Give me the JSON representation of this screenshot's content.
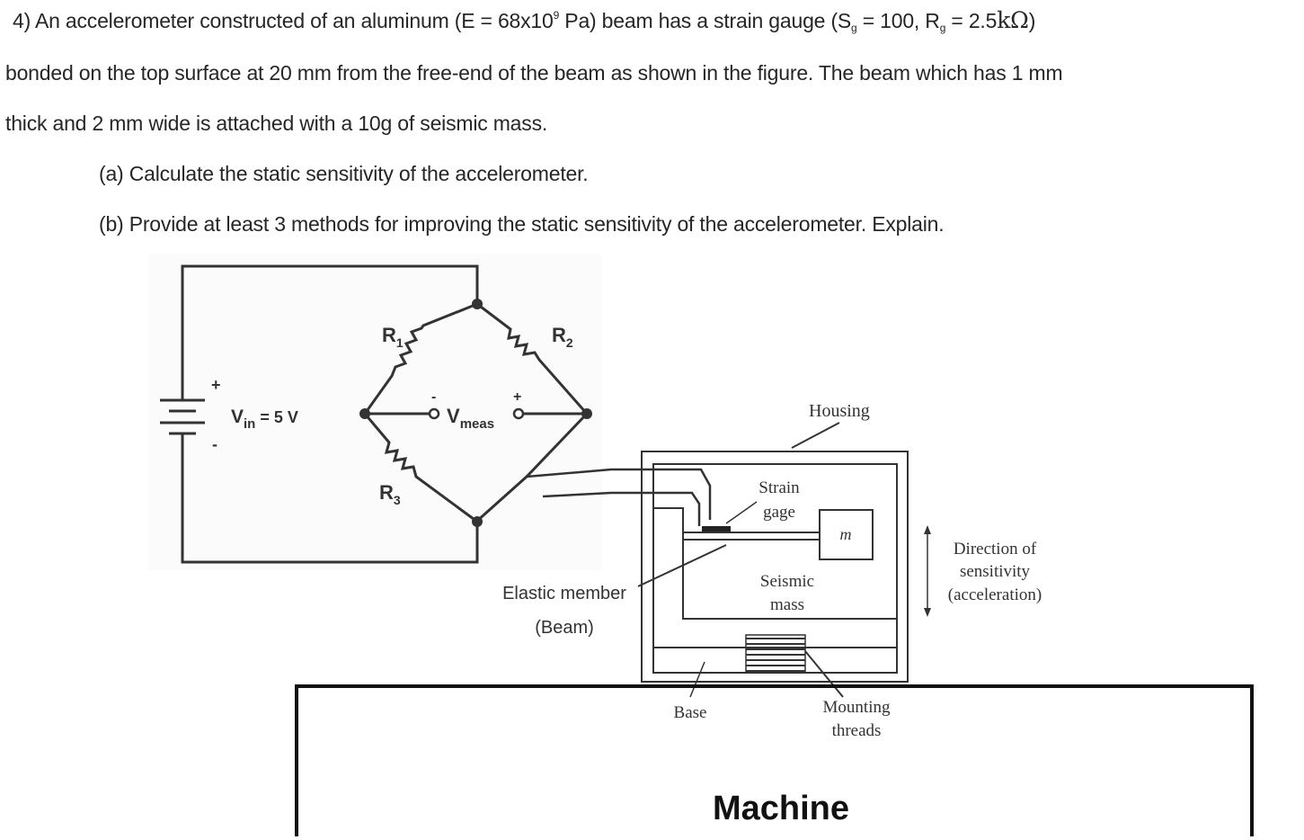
{
  "question": {
    "l1_a": "4) An accelerometer constructed of an aluminum (E = 68x10",
    "l1_exp": "9",
    "l1_b": " Pa) beam has a strain gauge (S",
    "l1_sub1": "g",
    "l1_c": " = 100, R",
    "l1_sub2": "g",
    "l1_d": " = 2.5",
    "l1_unit": "kΩ",
    "l1_e": ")",
    "line2": "bonded on the top surface at 20 mm from the free-end of the beam as shown in the figure.  The beam which has 1 mm",
    "line3": "thick and 2 mm wide is attached with a 10g of seismic mass.",
    "part_a": "(a) Calculate the static sensitivity of the accelerometer.",
    "part_b": "(b) Provide at least 3 methods for improving the static sensitivity of the accelerometer. Explain."
  },
  "circuit": {
    "r1": "R",
    "r1_sub": "1",
    "r2": "R",
    "r2_sub": "2",
    "r3": "R",
    "r3_sub": "3",
    "vin": "V",
    "vin_sub": "in",
    "vin_val": " = 5 V",
    "plus": "+",
    "minus": "-",
    "vmeas": "V",
    "vmeas_sub": "meas",
    "meas_minus": "-",
    "meas_plus": "+"
  },
  "accelerometer": {
    "housing": "Housing",
    "strain_1": "Strain",
    "strain_2": "gage",
    "mass_symbol": "m",
    "seismic_1": "Seismic",
    "seismic_2": "mass",
    "dir_1": "Direction of",
    "dir_2": "sensitivity",
    "dir_3": "(acceleration)",
    "elastic_1": "Elastic member",
    "elastic_2": "(Beam)",
    "base": "Base",
    "mount_1": "Mounting",
    "mount_2": "threads",
    "machine": "Machine"
  }
}
